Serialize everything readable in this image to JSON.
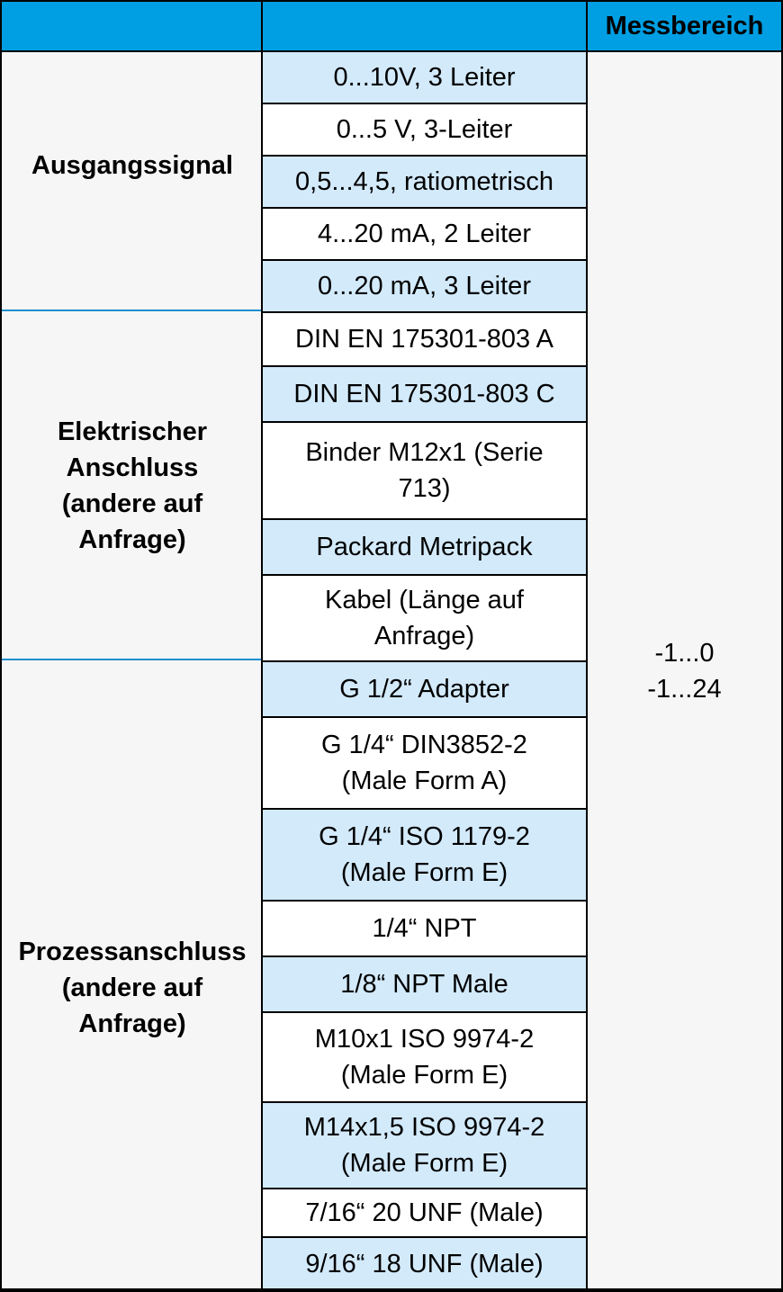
{
  "header": {
    "col1": "",
    "col2": "",
    "col3": "Messbereich"
  },
  "groups": [
    {
      "label": "Ausgangssignal"
    },
    {
      "label_lines": [
        "Elektrischer",
        "Anschluss",
        "(andere auf",
        "Anfrage)"
      ]
    },
    {
      "label_lines": [
        "Prozessanschluss",
        "(andere auf",
        "Anfrage)"
      ]
    }
  ],
  "options": [
    {
      "text": "0...10V, 3 Leiter",
      "shade": "blue"
    },
    {
      "text": "0...5 V, 3-Leiter",
      "shade": "white"
    },
    {
      "text": "0,5...4,5, ratiometrisch",
      "shade": "blue"
    },
    {
      "text": "4...20 mA, 2 Leiter",
      "shade": "white"
    },
    {
      "text": "0...20 mA, 3 Leiter",
      "shade": "blue"
    },
    {
      "text": "DIN EN 175301-803 A",
      "shade": "white"
    },
    {
      "text": "DIN EN 175301-803 C",
      "shade": "blue"
    },
    {
      "text_lines": [
        "Binder M12x1 (Serie",
        "713)"
      ],
      "shade": "white"
    },
    {
      "text": "Packard Metripack",
      "shade": "blue"
    },
    {
      "text_lines": [
        "Kabel (Länge auf",
        "Anfrage)"
      ],
      "shade": "white"
    },
    {
      "text": "G 1/2“ Adapter",
      "shade": "blue"
    },
    {
      "text_lines": [
        "G 1/4“ DIN3852-2",
        "(Male Form A)"
      ],
      "shade": "white"
    },
    {
      "text_lines": [
        "G 1/4“ ISO 1179-2",
        "(Male Form E)"
      ],
      "shade": "blue"
    },
    {
      "text": "1/4“ NPT",
      "shade": "white"
    },
    {
      "text": "1/8“ NPT Male",
      "shade": "blue"
    },
    {
      "text_lines": [
        "M10x1 ISO 9974-2",
        "(Male Form E)"
      ],
      "shade": "white"
    },
    {
      "text_lines": [
        "M14x1,5 ISO 9974-2",
        "(Male Form E)"
      ],
      "shade": "blue"
    },
    {
      "text": "7/16“ 20 UNF (Male)",
      "shade": "white"
    },
    {
      "text": "9/16“ 18 UNF (Male)",
      "shade": "blue"
    }
  ],
  "range": {
    "lines": [
      "-1...0",
      "-1...24"
    ]
  }
}
